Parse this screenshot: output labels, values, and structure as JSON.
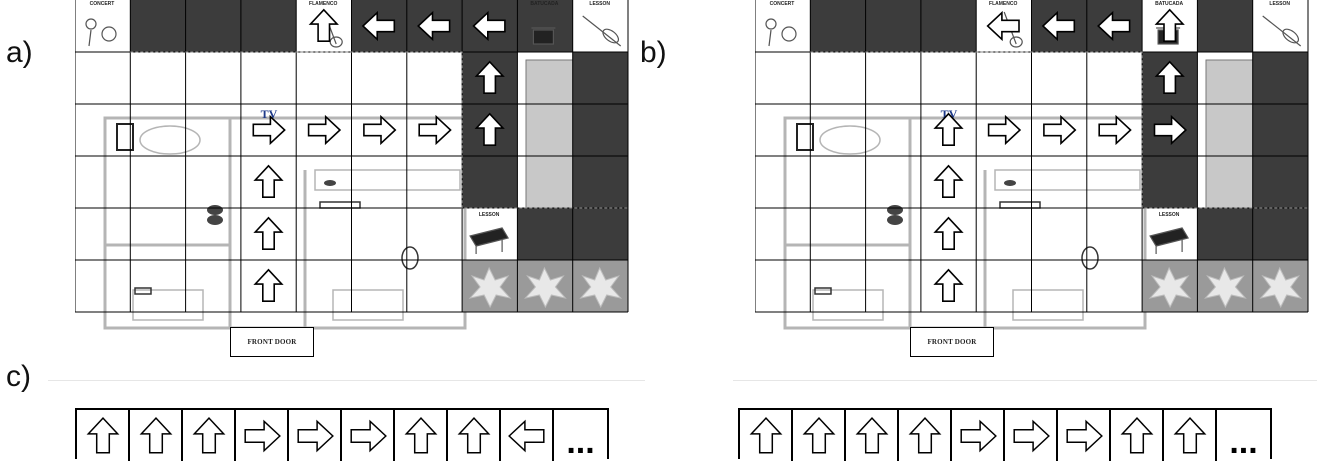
{
  "panel_labels": {
    "a": "a)",
    "b": "b)",
    "c": "c)"
  },
  "cell_labels": {
    "concert": "CONCERT",
    "flamenco": "FLAMENCO",
    "batucada": "BATUCADA",
    "lesson": "LESSON",
    "tv": "TV"
  },
  "front_door_label": "FRONT DOOR",
  "icons": {
    "move_up": "up-arrow-icon",
    "move_right": "right-arrow-icon",
    "move_left": "left-arrow-icon",
    "continues": "ellipsis-icon"
  },
  "colors": {
    "blocked_cell": "#3c3c3c",
    "room_line": "#b5b5b5",
    "grid_line": "#000000",
    "bush": "#9a9a9a"
  },
  "grid": {
    "rows": 6,
    "cols": 10
  },
  "panels": [
    {
      "id": "a",
      "dark_cells": [
        [
          0,
          1
        ],
        [
          0,
          2
        ],
        [
          0,
          3
        ],
        [
          0,
          5
        ],
        [
          0,
          6
        ],
        [
          0,
          7
        ],
        [
          0,
          8
        ],
        [
          1,
          7
        ],
        [
          2,
          7
        ],
        [
          3,
          7
        ],
        [
          4,
          8
        ],
        [
          4,
          9
        ],
        [
          1,
          9
        ],
        [
          2,
          9
        ],
        [
          3,
          9
        ]
      ],
      "light_cells": [],
      "bush_cells": [
        [
          5,
          7
        ],
        [
          5,
          8
        ],
        [
          5,
          9
        ]
      ],
      "icon_cells": {
        "concert": [
          0,
          0
        ],
        "flamenco": [
          0,
          4
        ],
        "batucada": [
          0,
          8
        ],
        "lesson_top": [
          0,
          9
        ],
        "lesson_piano": [
          4,
          7
        ]
      },
      "arrows": [
        {
          "r": 5,
          "c": 3,
          "d": "up",
          "style": "outline"
        },
        {
          "r": 4,
          "c": 3,
          "d": "up",
          "style": "outline"
        },
        {
          "r": 3,
          "c": 3,
          "d": "up",
          "style": "outline"
        },
        {
          "r": 2,
          "c": 3,
          "d": "right",
          "style": "outline"
        },
        {
          "r": 2,
          "c": 4,
          "d": "right",
          "style": "outline"
        },
        {
          "r": 2,
          "c": 5,
          "d": "right",
          "style": "outline"
        },
        {
          "r": 2,
          "c": 6,
          "d": "right",
          "style": "outline"
        },
        {
          "r": 2,
          "c": 7,
          "d": "up",
          "style": "solid"
        },
        {
          "r": 1,
          "c": 7,
          "d": "up",
          "style": "solid"
        },
        {
          "r": 0,
          "c": 7,
          "d": "left",
          "style": "solid"
        },
        {
          "r": 0,
          "c": 6,
          "d": "left",
          "style": "solid"
        },
        {
          "r": 0,
          "c": 5,
          "d": "left",
          "style": "solid"
        },
        {
          "r": 0,
          "c": 4,
          "d": "up",
          "style": "outline"
        }
      ],
      "sequence": [
        "up",
        "up",
        "up",
        "right",
        "right",
        "right",
        "up",
        "up",
        "left",
        "..."
      ]
    },
    {
      "id": "b",
      "dark_cells": [
        [
          0,
          1
        ],
        [
          0,
          2
        ],
        [
          0,
          3
        ],
        [
          0,
          5
        ],
        [
          0,
          6
        ],
        [
          0,
          8
        ],
        [
          1,
          7
        ],
        [
          2,
          7
        ],
        [
          3,
          7
        ],
        [
          1,
          9
        ],
        [
          2,
          9
        ],
        [
          3,
          9
        ],
        [
          4,
          8
        ],
        [
          4,
          9
        ]
      ],
      "light_cells": [],
      "bush_cells": [
        [
          5,
          7
        ],
        [
          5,
          8
        ],
        [
          5,
          9
        ]
      ],
      "icon_cells": {
        "concert": [
          0,
          0
        ],
        "flamenco": [
          0,
          4
        ],
        "batucada": [
          0,
          7
        ],
        "lesson_top": [
          0,
          9
        ],
        "lesson_piano": [
          4,
          7
        ]
      },
      "arrows": [
        {
          "r": 5,
          "c": 3,
          "d": "up",
          "style": "outline"
        },
        {
          "r": 4,
          "c": 3,
          "d": "up",
          "style": "outline"
        },
        {
          "r": 3,
          "c": 3,
          "d": "up",
          "style": "outline"
        },
        {
          "r": 2,
          "c": 3,
          "d": "up",
          "style": "outline"
        },
        {
          "r": 2,
          "c": 4,
          "d": "right",
          "style": "outline"
        },
        {
          "r": 2,
          "c": 5,
          "d": "right",
          "style": "outline"
        },
        {
          "r": 2,
          "c": 6,
          "d": "right",
          "style": "outline"
        },
        {
          "r": 2,
          "c": 7,
          "d": "right",
          "style": "solid"
        },
        {
          "r": 1,
          "c": 7,
          "d": "up",
          "style": "solid"
        },
        {
          "r": 0,
          "c": 7,
          "d": "up",
          "style": "solid"
        },
        {
          "r": 0,
          "c": 6,
          "d": "left",
          "style": "solid"
        },
        {
          "r": 0,
          "c": 5,
          "d": "left",
          "style": "solid"
        },
        {
          "r": 0,
          "c": 4,
          "d": "left",
          "style": "outline"
        }
      ],
      "sequence": [
        "up",
        "up",
        "up",
        "up",
        "right",
        "right",
        "right",
        "up",
        "up",
        "..."
      ]
    }
  ]
}
